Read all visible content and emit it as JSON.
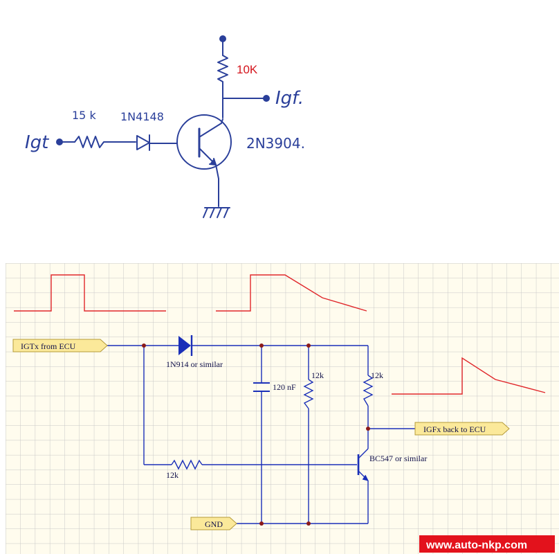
{
  "sketch": {
    "resistor_top_value": "10K",
    "output_label": "Igf.",
    "input_label": "Igt",
    "resistor_input_value": "15 k",
    "diode_part": "1N4148",
    "transistor_part": "2N3904."
  },
  "schematic": {
    "input_label": "IGTx from ECU",
    "output_label": "IGFx back to ECU",
    "ground_label": "GND",
    "diode_label": "1N914 or similar",
    "capacitor_label": "120 nF",
    "resistor_a_label": "12k",
    "resistor_b_label": "12k",
    "resistor_base_label": "12k",
    "transistor_label": "BC547 or similar"
  },
  "watermark": "www.auto-nkp.com",
  "colors": {
    "pen": "#2a3f9a",
    "wire": "#1a2fb8",
    "signal": "#e0262a",
    "grid": "#c7c7c7",
    "paper": "#fffcee",
    "tag": "#fbe99a"
  }
}
